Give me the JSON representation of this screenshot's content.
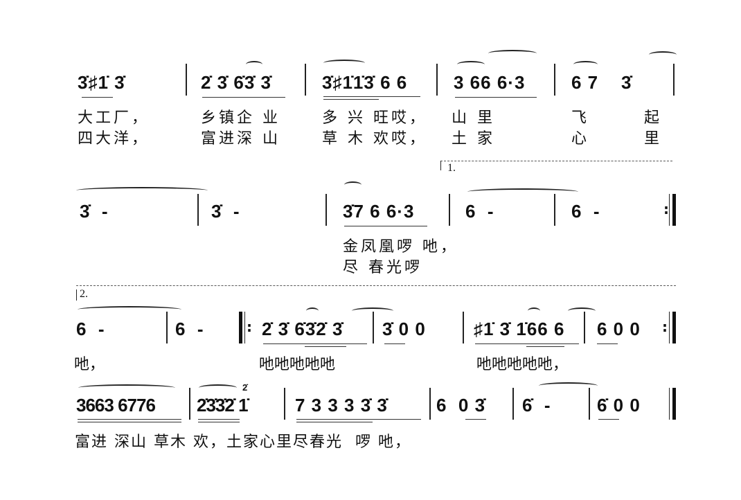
{
  "score": {
    "lines": [
      {
        "measures": [
          "3̇♯1̇ 3̇",
          "2̇ 3̇ 6̇3̇ 3̇",
          "3̇♯1̇1̇3̇ 6 6",
          "3 66 6·3",
          "6 7    3̇"
        ],
        "lyrics_verse1": [
          "大工厂，",
          "乡镇企 业",
          "多 兴 旺哎，",
          "山 里",
          "飞",
          "起"
        ],
        "lyrics_verse2": [
          "四大洋，",
          "富进深 山",
          "草 木 欢哎，",
          "土 家",
          "心",
          "里"
        ]
      },
      {
        "volta": "1.",
        "measures": [
          "3̇  -",
          "3̇  -",
          "3̇7 6 6·3",
          "6  -",
          "6  -"
        ],
        "lyrics_verse1": [
          "金凤凰啰 吔，"
        ],
        "lyrics_verse2": [
          "尽 春光啰"
        ]
      },
      {
        "volta": "2.",
        "measures": [
          "6  -",
          "6  -",
          "2̇ 3̇ 6̇3̇2̇ 3̇",
          "3̇ 0 0",
          "♯1̇ 3̇ 1̇66 6",
          "6 0 0"
        ],
        "lyrics": [
          "吔，",
          "吔吔吔吔吔",
          "吔吔吔吔吔，"
        ]
      },
      {
        "measures": [
          "3663 6776",
          "2̇3̇3̇2̇ 1̇",
          "7 3 3 3 3̇ 3̇",
          "6  0 3̇",
          "6̇  -",
          "6̇ 0 0"
        ],
        "grace_note": "2̇",
        "lyrics": [
          "富进 深山 草木 欢，土家心里尽春光  啰 吔，"
        ]
      }
    ]
  }
}
